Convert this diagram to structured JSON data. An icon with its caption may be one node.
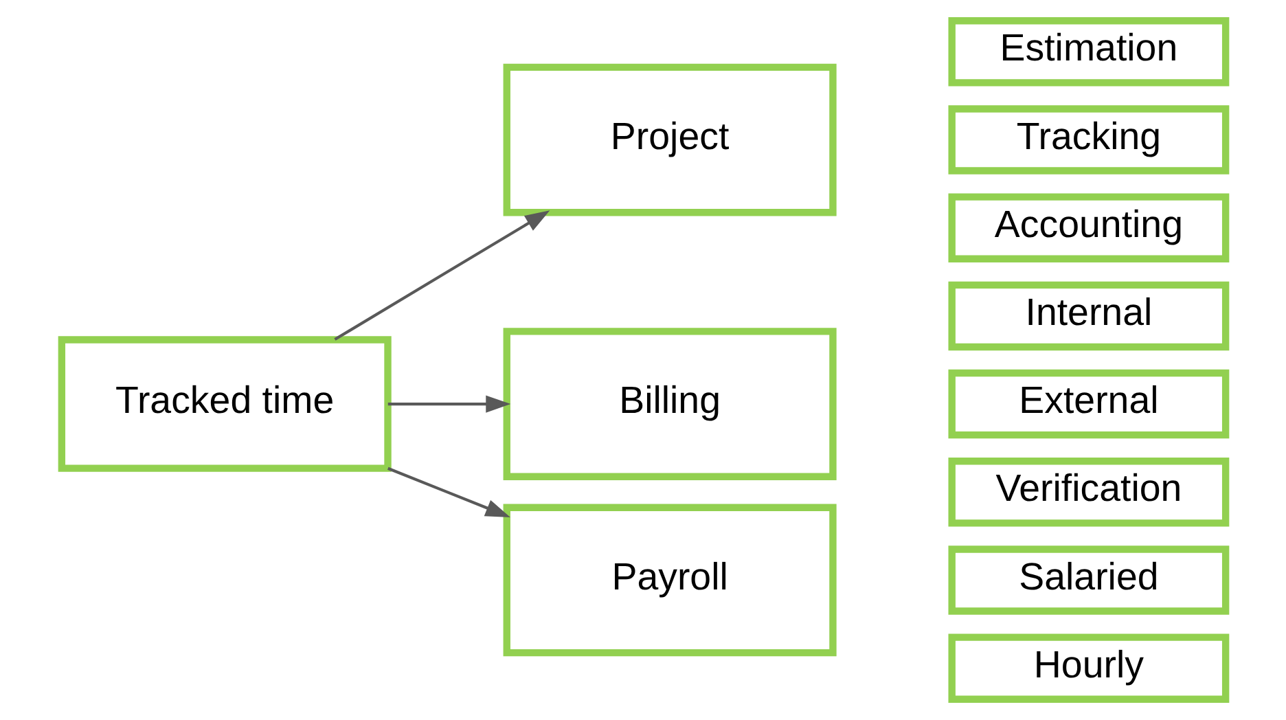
{
  "diagram": {
    "nodes": [
      {
        "text": [
          "Tracked time"
        ]
      },
      {
        "text": [
          "Project"
        ]
      },
      {
        "text": [
          "Billing"
        ]
      },
      {
        "text": [
          "Payroll"
        ]
      },
      {
        "text": [
          "Estimation"
        ]
      },
      {
        "text": [
          "Tracking"
        ]
      },
      {
        "text": [
          "Accounting"
        ]
      },
      {
        "text": [
          "Internal"
        ]
      },
      {
        "text": [
          "External"
        ]
      },
      {
        "text": [
          "Verification"
        ]
      },
      {
        "text": [
          "Salaried"
        ]
      },
      {
        "text": [
          "Hourly"
        ]
      }
    ],
    "edges": [
      {
        "from": 0,
        "to": 1,
        "arrow": "to"
      },
      {
        "from": 0,
        "to": 2,
        "arrow": "to"
      },
      {
        "from": 0,
        "to": 3,
        "arrow": "to"
      }
    ]
  }
}
